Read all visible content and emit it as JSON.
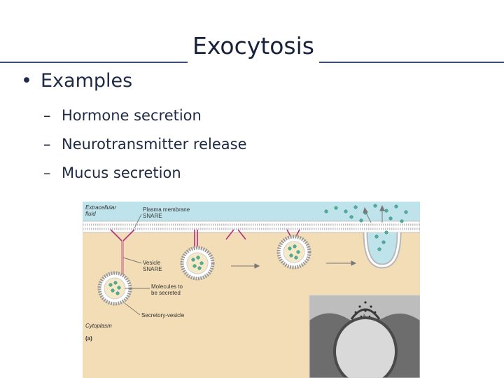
{
  "slide": {
    "title": "Exocytosis",
    "bullet_symbol": "•",
    "bullet": "Examples",
    "dash_symbol": "–",
    "sub_items": [
      "Hormone secretion",
      "Neurotransmitter release",
      "Mucus secretion"
    ]
  },
  "figure": {
    "labels": {
      "extracellular": "Extracellular",
      "fluid": "fluid",
      "plasma_membrane": "Plasma membrane",
      "snare_top": "SNARE",
      "vesicle": "Vesicle",
      "vesicle_snare": "SNARE",
      "molecules": "Molecules to",
      "secreted": "be secreted",
      "secretory_vesicle": "Secretory-vesicle",
      "cytoplasm": "Cytoplasm",
      "panel": "(a)"
    },
    "colors": {
      "extracellular": "#bfe3ea",
      "cytoplasm": "#f2ddb6",
      "membrane": "#c9a6c4",
      "snare": "#b0307a",
      "molecule": "#4fae9a"
    }
  }
}
